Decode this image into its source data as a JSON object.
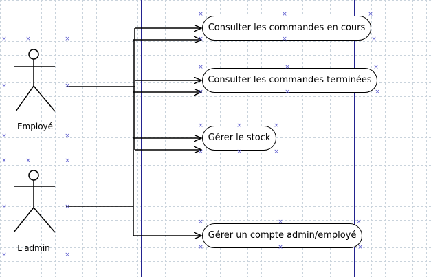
{
  "diagram": {
    "actors": [
      {
        "id": "employe",
        "label": "Employé"
      },
      {
        "id": "admin",
        "label": "L'admin"
      }
    ],
    "use_cases": [
      {
        "id": "uc-commandes-en-cours",
        "label": "Consulter les commandes en cours"
      },
      {
        "id": "uc-commandes-terminees",
        "label": "Consulter les commandes terminées"
      },
      {
        "id": "uc-stock",
        "label": "Gérer le stock"
      },
      {
        "id": "uc-compte",
        "label": "Gérer un compte admin/employé"
      }
    ],
    "associations": [
      {
        "from": "employe",
        "to": "uc-commandes-en-cours"
      },
      {
        "from": "employe",
        "to": "uc-commandes-terminees"
      },
      {
        "from": "employe",
        "to": "uc-stock"
      },
      {
        "from": "admin",
        "to": "uc-commandes-en-cours"
      },
      {
        "from": "admin",
        "to": "uc-commandes-terminees"
      },
      {
        "from": "admin",
        "to": "uc-stock"
      },
      {
        "from": "admin",
        "to": "uc-compte"
      }
    ],
    "colors": {
      "guide": "#23238f",
      "grid": "#c9d3dc",
      "handle": "#5555cc",
      "stroke": "#000000"
    },
    "handle_glyph": "×"
  }
}
